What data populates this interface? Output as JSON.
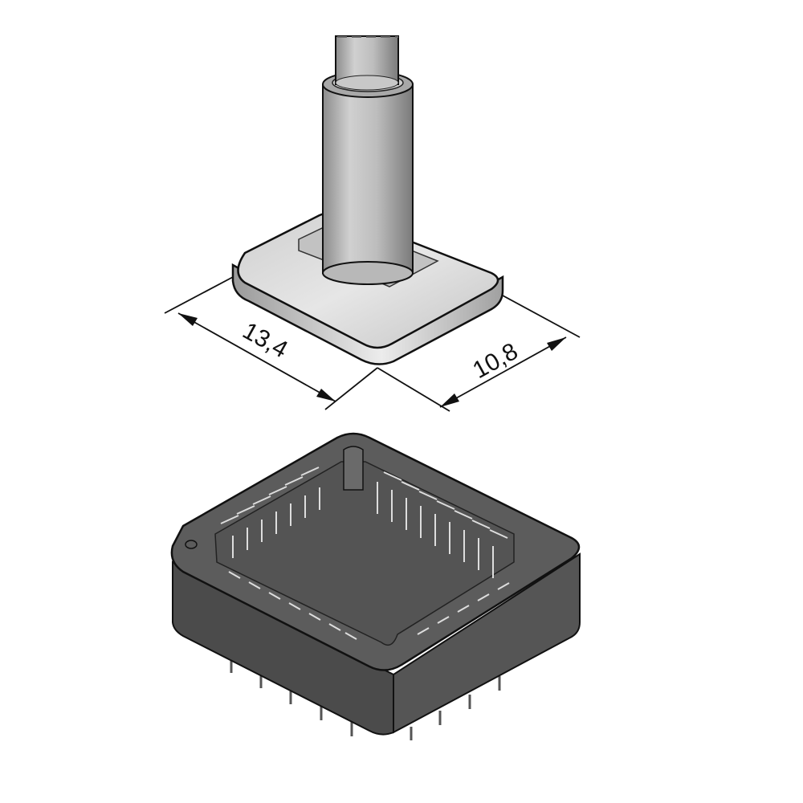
{
  "figure": {
    "subject": "PLCC socket with vacuum nozzle tip",
    "nozzle": {
      "dimensions": {
        "length": "13,4",
        "width": "10,8"
      }
    },
    "colors": {
      "nozzle_light": "#d9d9d9",
      "nozzle_mid": "#bdbdbd",
      "socket_top": "#5a5a5a",
      "socket_side": "#4a4a4a",
      "outline": "#111111",
      "background": "#ffffff"
    }
  }
}
